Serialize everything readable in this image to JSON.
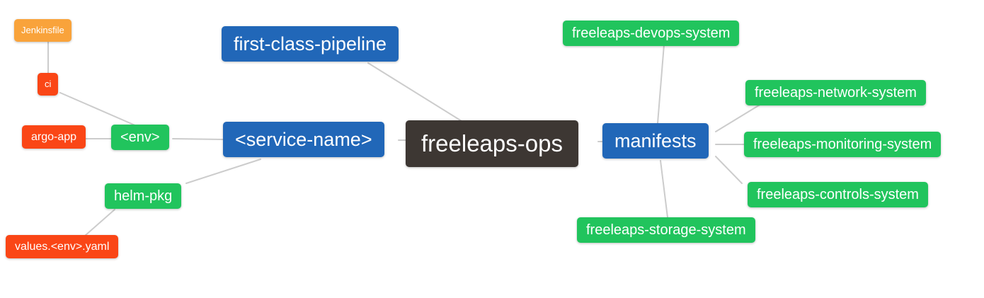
{
  "diagram": {
    "type": "mindmap",
    "root": "freeleaps-ops"
  },
  "palette": {
    "dark": "#3D3733",
    "blue": "#2167B8",
    "green": "#21C45D",
    "red": "#FA4616",
    "orange": "#F9A33B",
    "edge": "#CCCCCC",
    "background": "#FFFFFF",
    "text": "#FFFFFF"
  },
  "nodes": [
    {
      "id": "freeleaps-ops",
      "label": "freeleaps-ops",
      "color": "dark"
    },
    {
      "id": "first-class-pipeline",
      "label": "first-class-pipeline",
      "color": "blue"
    },
    {
      "id": "service-name",
      "label": "<service-name>",
      "color": "blue"
    },
    {
      "id": "env",
      "label": "<env>",
      "color": "green"
    },
    {
      "id": "ci",
      "label": "ci",
      "color": "red"
    },
    {
      "id": "jenkinsfile",
      "label": "Jenkinsfile",
      "color": "orange"
    },
    {
      "id": "argo-app",
      "label": "argo-app",
      "color": "red"
    },
    {
      "id": "helm-pkg",
      "label": "helm-pkg",
      "color": "green"
    },
    {
      "id": "values-env-yaml",
      "label": "values.<env>.yaml",
      "color": "red"
    },
    {
      "id": "manifests",
      "label": "manifests",
      "color": "blue"
    },
    {
      "id": "freeleaps-devops-system",
      "label": "freeleaps-devops-system",
      "color": "green"
    },
    {
      "id": "freeleaps-network-system",
      "label": "freeleaps-network-system",
      "color": "green"
    },
    {
      "id": "freeleaps-monitoring-system",
      "label": "freeleaps-monitoring-system",
      "color": "green"
    },
    {
      "id": "freeleaps-controls-system",
      "label": "freeleaps-controls-system",
      "color": "green"
    },
    {
      "id": "freeleaps-storage-system",
      "label": "freeleaps-storage-system",
      "color": "green"
    }
  ],
  "edges": [
    {
      "from": "jenkinsfile",
      "to": "ci"
    },
    {
      "from": "ci",
      "to": "env"
    },
    {
      "from": "argo-app",
      "to": "env"
    },
    {
      "from": "env",
      "to": "service-name"
    },
    {
      "from": "helm-pkg",
      "to": "service-name"
    },
    {
      "from": "values-env-yaml",
      "to": "helm-pkg"
    },
    {
      "from": "service-name",
      "to": "freeleaps-ops"
    },
    {
      "from": "first-class-pipeline",
      "to": "freeleaps-ops"
    },
    {
      "from": "manifests",
      "to": "freeleaps-ops"
    },
    {
      "from": "freeleaps-devops-system",
      "to": "manifests"
    },
    {
      "from": "freeleaps-network-system",
      "to": "manifests"
    },
    {
      "from": "freeleaps-monitoring-system",
      "to": "manifests"
    },
    {
      "from": "freeleaps-controls-system",
      "to": "manifests"
    },
    {
      "from": "freeleaps-storage-system",
      "to": "manifests"
    }
  ]
}
